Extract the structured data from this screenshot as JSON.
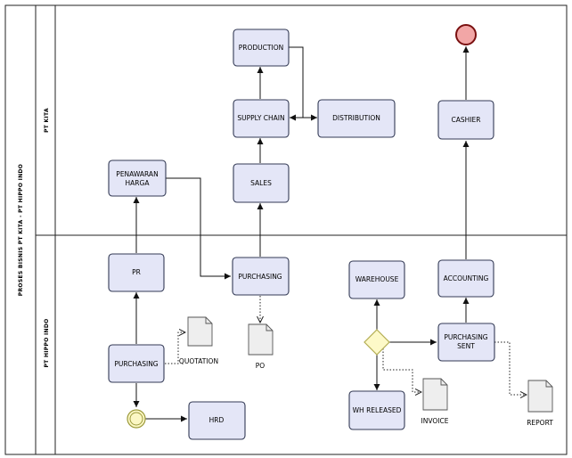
{
  "pool": {
    "title": "PROSES BISNIS PT KITA - PT HIPPO INDO"
  },
  "lanes": [
    {
      "id": "pt-kita",
      "label": "PT KITA"
    },
    {
      "id": "pt-hippo-indo",
      "label": "PT HIPPO INDO"
    }
  ],
  "tasks": {
    "production": "PRODUCTION",
    "supply_chain": "SUPPLY CHAIN",
    "distribution": "DISTRIBUTION",
    "sales": "SALES",
    "penawaran_line1": "PENAWARAN",
    "penawaran_line2": "HARGA",
    "cashier": "CASHIER",
    "pr": "PR",
    "purchasing_kita": "PURCHASING",
    "warehouse": "WAREHOUSE",
    "accounting": "ACCOUNTING",
    "purchasing_hippo": "PURCHASING",
    "purchasing_sent_line1": "PURCHASING",
    "purchasing_sent_line2": "SENT",
    "wh_released": "WH RELEASED",
    "hrd": "HRD"
  },
  "documents": {
    "quotation": "QUOTATION",
    "po": "PO",
    "invoice": "INVOICE",
    "report": "REPORT"
  },
  "colors": {
    "task_fill": "#e4e6f7",
    "task_stroke": "#333a55",
    "start_event_fill": "#fbf7c4",
    "start_event_stroke": "#9c9a3c",
    "end_event_fill": "#f2a6a6",
    "end_event_stroke": "#7a1010",
    "gateway_fill": "#fdf9c8",
    "gateway_stroke": "#b3ad52",
    "document_fill": "#eeeeee"
  }
}
